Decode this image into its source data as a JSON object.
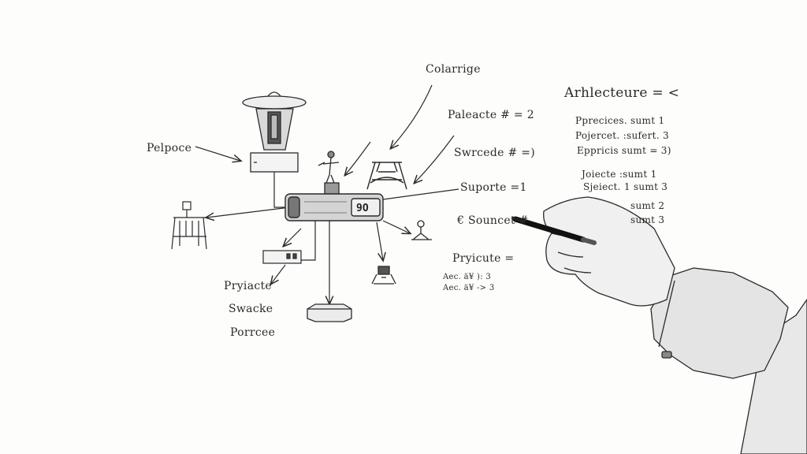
{
  "diagram": {
    "labels": {
      "top_callout": "Colarrige",
      "left_callout": "Pelpoce",
      "bottom_left_1": "Pryiacte",
      "bottom_left_2": "Swacke",
      "bottom_left_3": "Porrcee",
      "right_1": "Paleacte # = 2",
      "right_2": "Swrcede # =)",
      "right_3": "Suporte =1",
      "right_4": "€ Souncet #",
      "right_5": "Pryicute =",
      "right_5_row1": "Aec. ä¥ ): 3",
      "right_5_row2": "Aec. ä¥ -> 3"
    },
    "architecture": {
      "title": "Arhlecteure = <",
      "group1": [
        "Pprecices. sumt 1",
        "Pojercet. :sufert. 3",
        "Eppricis sumt = 3)"
      ],
      "group2": [
        "Joiecte :sumt 1",
        "Sjeiect. 1 sumt 3",
        "sumt 2",
        "sumt 3"
      ]
    }
  },
  "colors": {
    "ink": "#2a2a2a",
    "paper": "#fdfdfc"
  },
  "icons": [
    "tower-icon",
    "statue-icon",
    "eiffel-tower-icon",
    "central-device-icon",
    "table-stand-icon",
    "small-box-icon",
    "figure-icon",
    "robot-icon",
    "platform-disc-icon",
    "hand-with-marker-icon"
  ]
}
